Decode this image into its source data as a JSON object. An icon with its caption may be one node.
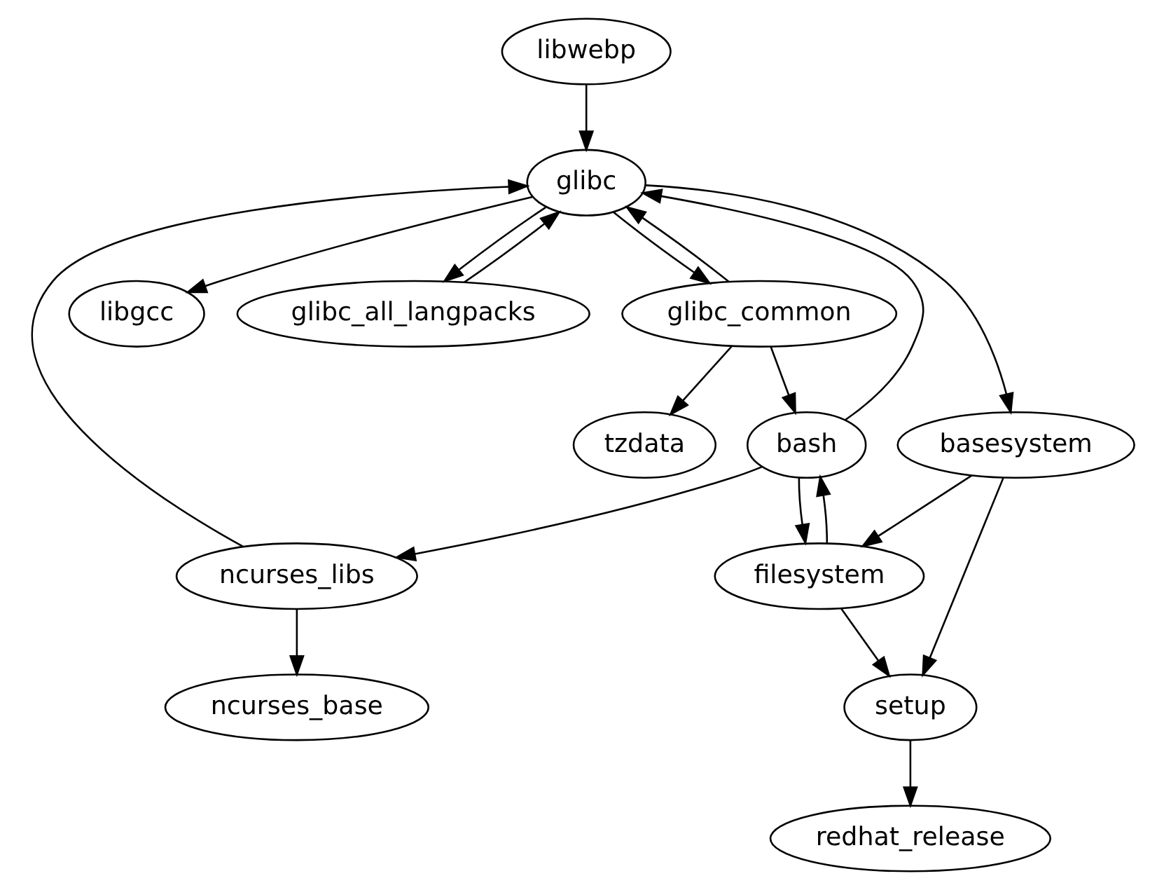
{
  "diagram": {
    "nodes": [
      {
        "text": [
          "libwebp"
        ]
      },
      {
        "text": [
          "glibc"
        ]
      },
      {
        "text": [
          "glibc_common"
        ]
      },
      {
        "text": [
          "libgcc"
        ]
      },
      {
        "text": [
          "glibc_all_langpacks"
        ]
      },
      {
        "text": [
          "tzdata"
        ]
      },
      {
        "text": [
          "bash"
        ]
      },
      {
        "text": [
          "basesystem"
        ]
      },
      {
        "text": [
          "ncurses_libs"
        ]
      },
      {
        "text": [
          "filesystem"
        ]
      },
      {
        "text": [
          "ncurses_base"
        ]
      },
      {
        "text": [
          "setup"
        ]
      },
      {
        "text": [
          "redhat_release"
        ]
      }
    ],
    "edges": [
      {
        "from": 0,
        "to": 1,
        "arrow": "to"
      },
      {
        "from": 1,
        "to": 2,
        "arrow": "to"
      },
      {
        "from": 1,
        "to": 3,
        "arrow": "to"
      },
      {
        "from": 1,
        "to": 4,
        "arrow": "to"
      },
      {
        "from": 1,
        "to": 7,
        "arrow": "to"
      },
      {
        "from": 2,
        "to": 1,
        "arrow": "to"
      },
      {
        "from": 4,
        "to": 1,
        "arrow": "to"
      },
      {
        "from": 2,
        "to": 5,
        "arrow": "to"
      },
      {
        "from": 2,
        "to": 6,
        "arrow": "to"
      },
      {
        "from": 6,
        "to": 1,
        "arrow": "to"
      },
      {
        "from": 8,
        "to": 1,
        "arrow": "to"
      },
      {
        "from": 6,
        "to": 8,
        "arrow": "to"
      },
      {
        "from": 6,
        "to": 9,
        "arrow": "to"
      },
      {
        "from": 9,
        "to": 6,
        "arrow": "to"
      },
      {
        "from": 7,
        "to": 9,
        "arrow": "to"
      },
      {
        "from": 7,
        "to": 11,
        "arrow": "to"
      },
      {
        "from": 9,
        "to": 11,
        "arrow": "to"
      },
      {
        "from": 8,
        "to": 10,
        "arrow": "to"
      },
      {
        "from": 11,
        "to": 12,
        "arrow": "to"
      }
    ]
  }
}
